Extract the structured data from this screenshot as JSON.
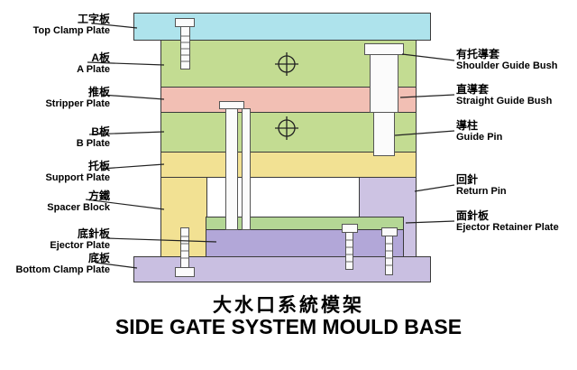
{
  "title": {
    "cn": "大水口系統模架",
    "en": "SIDE GATE SYSTEM MOULD BASE"
  },
  "labels_left": [
    {
      "cn": "工字板",
      "en": "Top Clamp Plate"
    },
    {
      "cn": "A板",
      "en": "A Plate"
    },
    {
      "cn": "推板",
      "en": "Stripper Plate"
    },
    {
      "cn": "B板",
      "en": "B Plate"
    },
    {
      "cn": "托板",
      "en": "Support Plate"
    },
    {
      "cn": "方鐵",
      "en": "Spacer Block"
    },
    {
      "cn": "底針板",
      "en": "Ejector Plate"
    },
    {
      "cn": "底板",
      "en": "Bottom Clamp Plate"
    }
  ],
  "labels_right": [
    {
      "cn": "有托導套",
      "en": "Shoulder Guide Bush"
    },
    {
      "cn": "直導套",
      "en": "Straight Guide Bush"
    },
    {
      "cn": "導柱",
      "en": "Guide Pin"
    },
    {
      "cn": "回針",
      "en": "Return Pin"
    },
    {
      "cn": "面針板",
      "en": "Ejector Retainer Plate"
    }
  ],
  "colors": {
    "top_clamp_plate": "#aee3ec",
    "a_plate": "#c3dc92",
    "stripper_plate": "#f2bfb4",
    "b_plate": "#c3dc92",
    "support_plate": "#f2e193",
    "spacer_block_left": "#f2e193",
    "spacer_block_right": "#cdc3e3",
    "ejector_retainer_plate": "#b4d795",
    "ejector_plate": "#b2a7d8",
    "bottom_clamp_plate": "#c9bfe1",
    "pin_fill": "#fbfbfb",
    "outline": "#3a3a3a"
  }
}
